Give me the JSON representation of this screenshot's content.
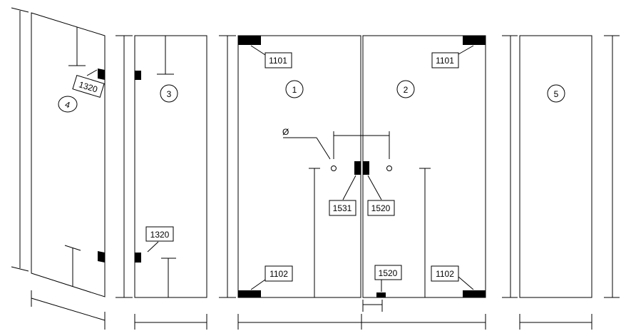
{
  "panels": {
    "p4": "4",
    "p3": "3",
    "p1": "1",
    "p2": "2",
    "p5": "5"
  },
  "parts": {
    "c1101_left": "1101",
    "c1101_right": "1101",
    "c1102_left": "1102",
    "c1102_right": "1102",
    "c1320_upper": "1320",
    "c1320_lower": "1320",
    "c1531": "1531",
    "c1520_center": "1520",
    "c1520_bottom": "1520"
  },
  "dimension": {
    "diameter_symbol": "Ø"
  },
  "colors": {
    "line": "#000000",
    "background": "#ffffff"
  }
}
